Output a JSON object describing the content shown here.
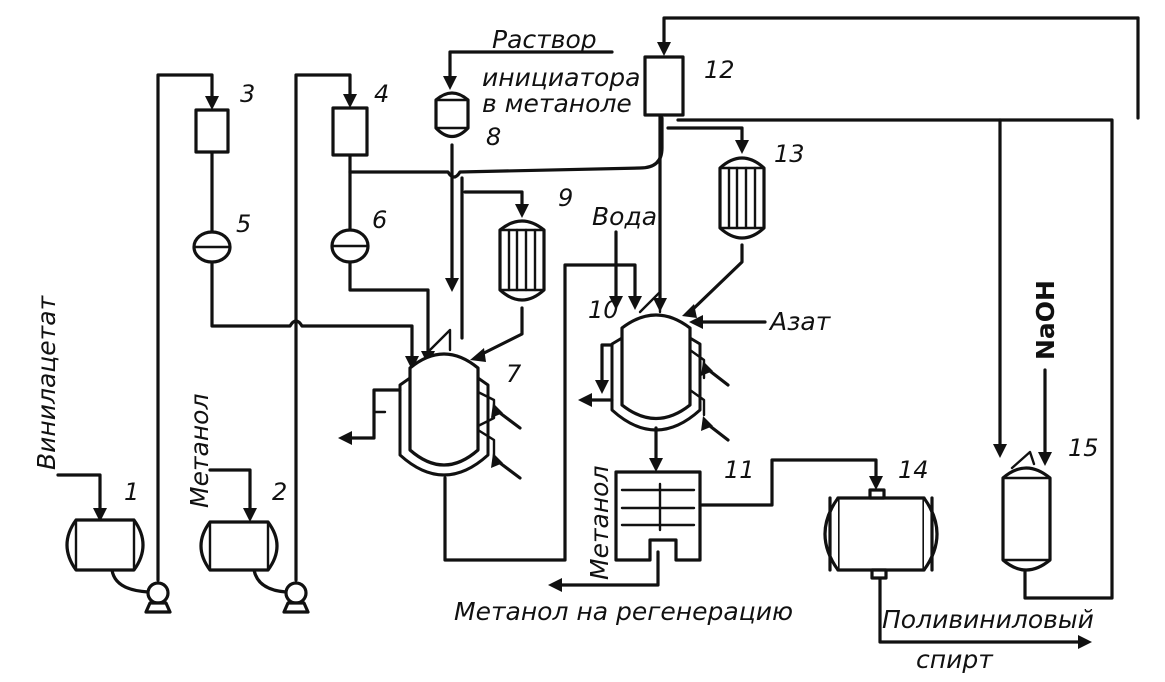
{
  "labels": {
    "vinyl_acetate": "Винилацетат",
    "methanol_feed": "Метанол",
    "initiator_line1": "Раствор",
    "initiator_line2": "инициатора",
    "initiator_line3": "в метаноле",
    "water": "Вода",
    "nitrogen": "Азат",
    "naoh": "NaOH",
    "methanol_11": "Метанол",
    "methanol_regen": "Метанол на регенерацию",
    "pva_line1": "Поливиниловый",
    "pva_line2": "спирт"
  },
  "equipment_numbers": {
    "n1": "1",
    "n2": "2",
    "n3": "3",
    "n4": "4",
    "n5": "5",
    "n6": "6",
    "n7": "7",
    "n8": "8",
    "n9": "9",
    "n10": "10",
    "n11": "11",
    "n12": "12",
    "n13": "13",
    "n14": "14",
    "n15": "15"
  }
}
